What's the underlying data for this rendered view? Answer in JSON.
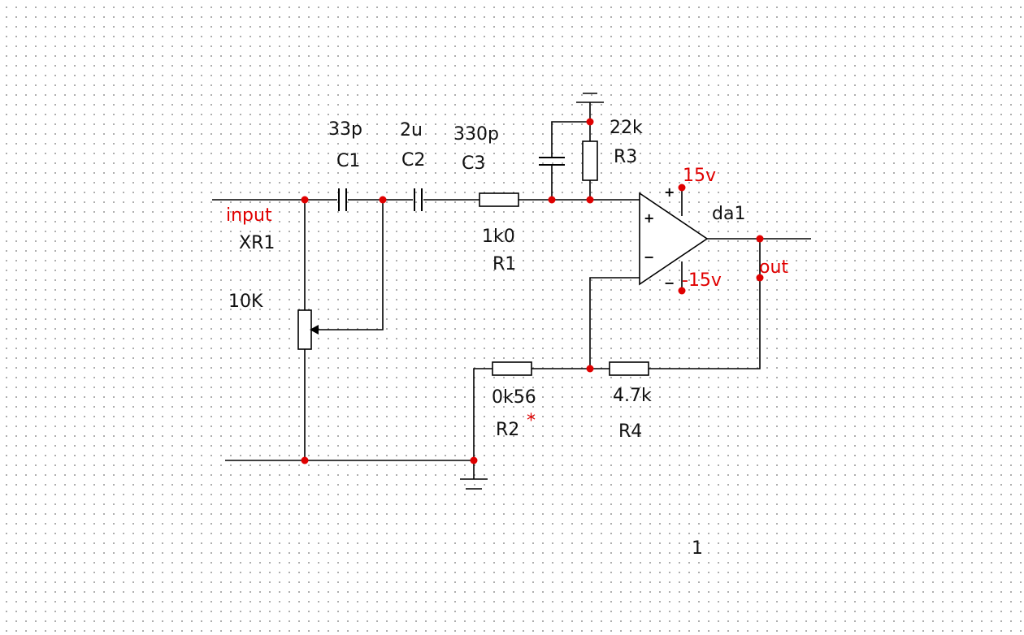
{
  "labels": {
    "input": "input",
    "xr1_name": "XR1",
    "xr1_value": "10K",
    "c1_value": "33p",
    "c1_name": "C1",
    "c2_value": "2u",
    "c2_name": "C2",
    "c3_value": "330p",
    "c3_name": "C3",
    "r3_value": "22k",
    "r3_name": "R3",
    "r1_value": "1k0",
    "r1_name": "R1",
    "opamp_name": "da1",
    "plus_supply": "15v",
    "minus_supply": "-15v",
    "output": "out",
    "r2_value": "0k56",
    "r2_name": "R2",
    "r2_mark": "*",
    "r4_value": "4.7k",
    "r4_name": "R4",
    "page_number": "1"
  },
  "opamp_signs": {
    "noninverting_input": "+",
    "inverting_input": "−",
    "positive_supply": "+",
    "negative_supply": "−"
  },
  "colors": {
    "wire": "#000000",
    "node": "#e00000",
    "net_label": "#e00000",
    "grid_dot": "#9a9a9a",
    "background": "#ffffff"
  }
}
